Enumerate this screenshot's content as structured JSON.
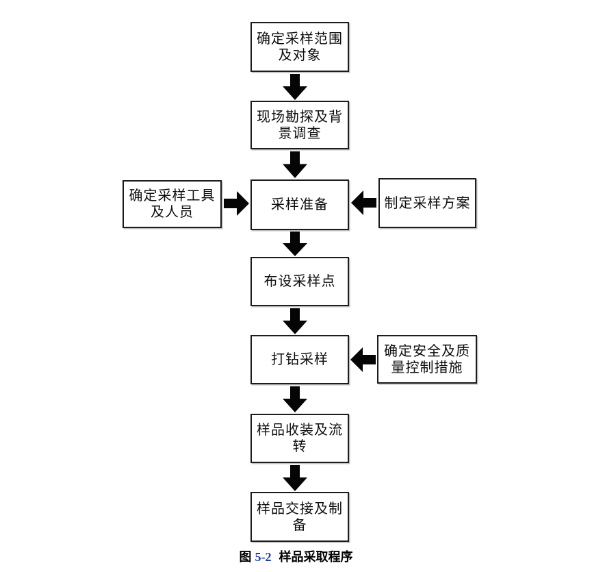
{
  "page": {
    "background": "#ffffff"
  },
  "flowchart": {
    "colors": {
      "box_border": "#1c1c1c",
      "box_fill": "#ffffff",
      "text": "#0d0d0d",
      "arrow": "#050505",
      "caption_number": "#1f3f9e"
    },
    "main_sequence": [
      {
        "id": "determine-sampling-scope",
        "label": "确定采样范围\n及对象"
      },
      {
        "id": "site-exploration-background-survey",
        "label": "现场勘探及背\n景调查"
      },
      {
        "id": "sampling-preparation",
        "label": "采样准备"
      },
      {
        "id": "layout-sampling-points",
        "label": "布设采样点"
      },
      {
        "id": "drilling-sampling",
        "label": "打钻采样"
      },
      {
        "id": "sample-packing-transfer",
        "label": "样品收装及流\n转"
      },
      {
        "id": "sample-handover-preparation",
        "label": "样品交接及制\n备"
      }
    ],
    "side_inputs": [
      {
        "id": "determine-tools-personnel",
        "label": "确定采样工具\n及人员",
        "target": "采样准备",
        "arrow_direction": "right"
      },
      {
        "id": "make-sampling-plan",
        "label": "制定采样方案",
        "target": "采样准备",
        "arrow_direction": "left"
      },
      {
        "id": "safety-quality-control-measures",
        "label": "确定安全及质\n量控制措施",
        "target": "打钻采样",
        "arrow_direction": "left"
      }
    ],
    "caption": {
      "figure_label": "图",
      "figure_number": "5-2",
      "title": "样品采取程序"
    }
  }
}
